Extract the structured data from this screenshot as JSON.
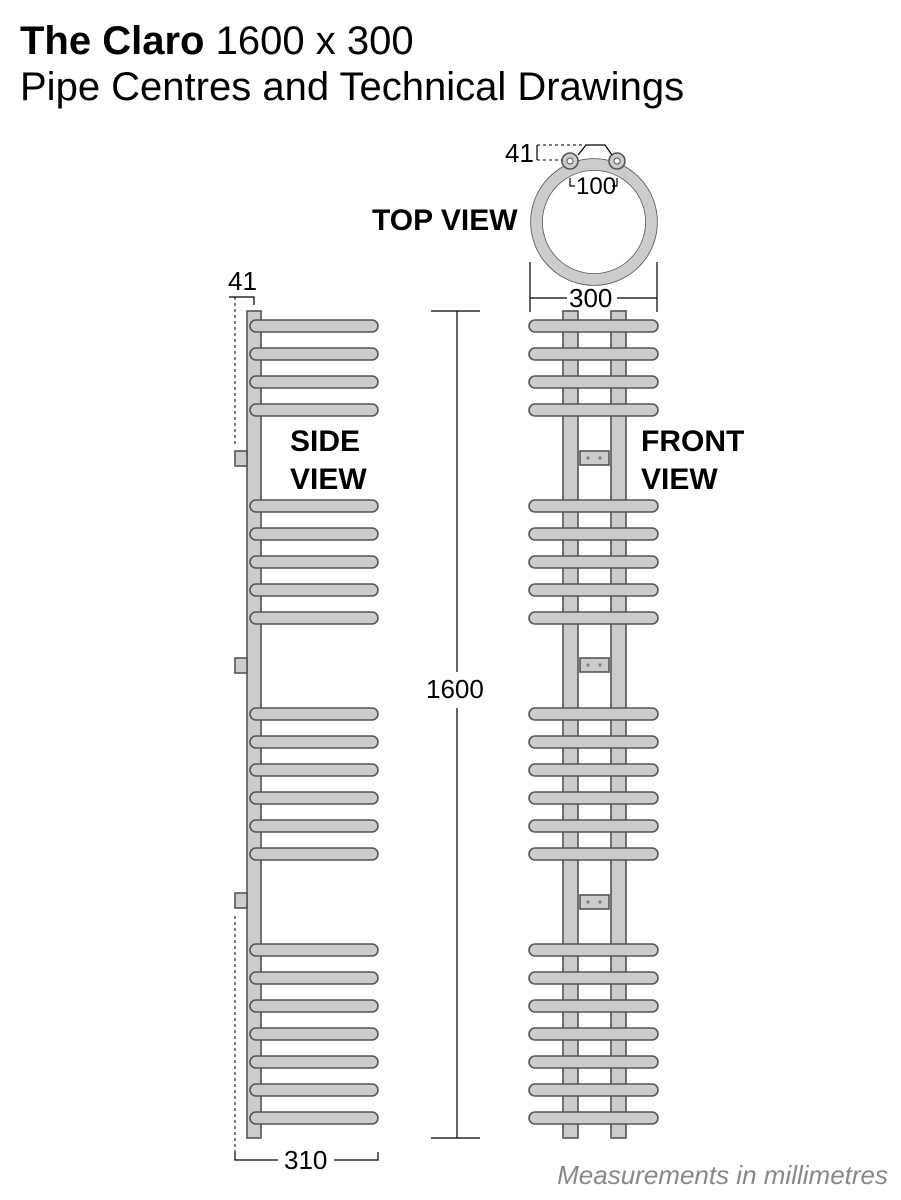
{
  "header": {
    "product_name": "The Claro",
    "size": "1600 x 300",
    "subtitle": "Pipe Centres and Technical Drawings"
  },
  "views": {
    "top": "TOP VIEW",
    "side_line1": "SIDE",
    "side_line2": "VIEW",
    "front_line1": "FRONT",
    "front_line2": "VIEW"
  },
  "dimensions": {
    "top_offset": "41",
    "pipe_centres": "100",
    "width": "300",
    "side_offset": "41",
    "height": "1600",
    "depth": "310"
  },
  "footer": "Measurements in millimetres",
  "colors": {
    "fill": "#cccccc",
    "stroke": "#555555",
    "line": "#000000"
  }
}
